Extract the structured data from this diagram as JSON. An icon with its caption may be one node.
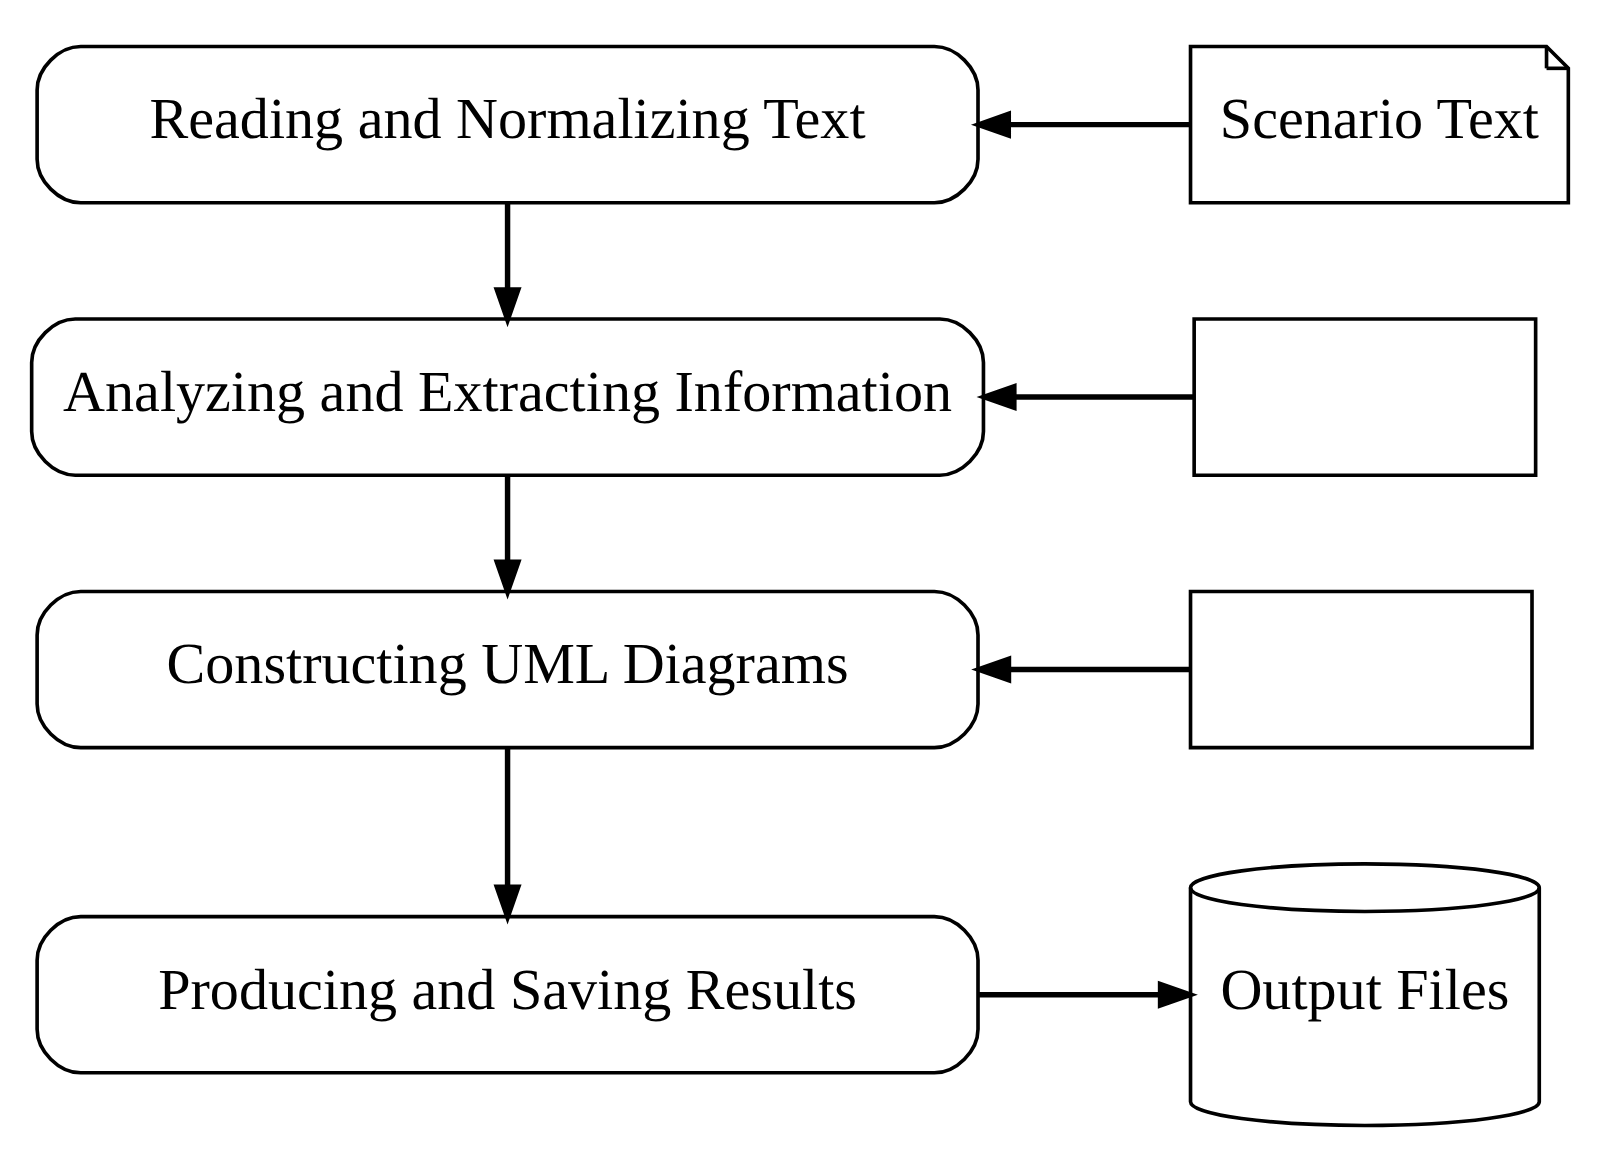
{
  "diagram": {
    "nodes": [
      {
        "text": [
          "Reading and Normalizing Text"
        ]
      },
      {
        "text": [
          "Scenario Text"
        ]
      },
      {
        "text": [
          "Analyzing and Extracting Information"
        ]
      },
      {
        "text": [],
        "shape": "box"
      },
      {
        "text": [
          "Constructing UML Diagrams"
        ]
      },
      {
        "text": [],
        "shape": "box"
      },
      {
        "text": [
          "Producing and Saving Results"
        ]
      },
      {
        "text": [
          "Output Files"
        ]
      }
    ],
    "edges": [
      {
        "from": 1,
        "to": 0,
        "arrow": "to"
      },
      {
        "from": 0,
        "to": 2,
        "arrow": "to"
      },
      {
        "from": 3,
        "to": 2,
        "arrow": "to"
      },
      {
        "from": 2,
        "to": 4,
        "arrow": "to"
      },
      {
        "from": 5,
        "to": 4,
        "arrow": "to"
      },
      {
        "from": 4,
        "to": 6,
        "arrow": "to"
      },
      {
        "from": 6,
        "to": 7,
        "arrow": "to"
      }
    ]
  }
}
